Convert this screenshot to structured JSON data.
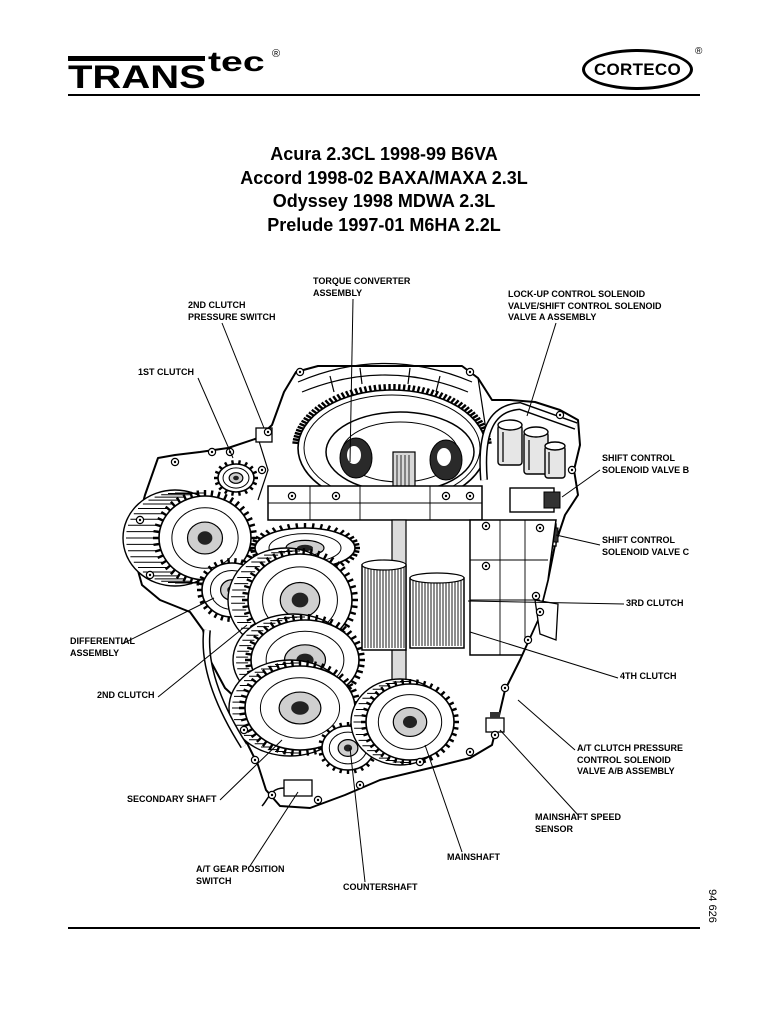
{
  "header": {
    "brand_left": {
      "main": "TRANS",
      "suffix": "tec",
      "reg": "®"
    },
    "brand_right": {
      "name": "CORTECO",
      "reg": "®"
    }
  },
  "title_lines": [
    "Acura 2.3CL 1998-99 B6VA",
    "Accord 1998-02 BAXA/MAXA 2.3L",
    "Odyssey 1998 MDWA 2.3L",
    "Prelude 1997-01 M6HA 2.2L"
  ],
  "labels": {
    "torque_converter": [
      "TORQUE CONVERTER",
      "ASSEMBLY"
    ],
    "second_clutch_pressure_switch": [
      "2ND CLUTCH",
      "PRESSURE SWITCH"
    ],
    "lockup_solenoid": [
      "LOCK-UP CONTROL SOLENOID",
      "VALVE/SHIFT CONTROL SOLENOID",
      "VALVE A ASSEMBLY"
    ],
    "first_clutch": [
      "1ST CLUTCH"
    ],
    "shift_solenoid_b": [
      "SHIFT CONTROL",
      "SOLENOID VALVE B"
    ],
    "shift_solenoid_c": [
      "SHIFT CONTROL",
      "SOLENOID VALVE C"
    ],
    "third_clutch": [
      "3RD CLUTCH"
    ],
    "differential": [
      "DIFFERENTIAL",
      "ASSEMBLY"
    ],
    "fourth_clutch": [
      "4TH CLUTCH"
    ],
    "second_clutch": [
      "2ND CLUTCH"
    ],
    "at_clutch_pressure": [
      "A/T CLUTCH PRESSURE",
      "CONTROL SOLENOID",
      "VALVE A/B ASSEMBLY"
    ],
    "secondary_shaft": [
      "SECONDARY SHAFT"
    ],
    "mainshaft_speed_sensor": [
      "MAINSHAFT SPEED",
      "SENSOR"
    ],
    "mainshaft": [
      "MAINSHAFT"
    ],
    "at_gear_position_switch": [
      "A/T GEAR POSITION",
      "SWITCH"
    ],
    "countershaft": [
      "COUNTERSHAFT"
    ]
  },
  "figure_number": "94 626"
}
